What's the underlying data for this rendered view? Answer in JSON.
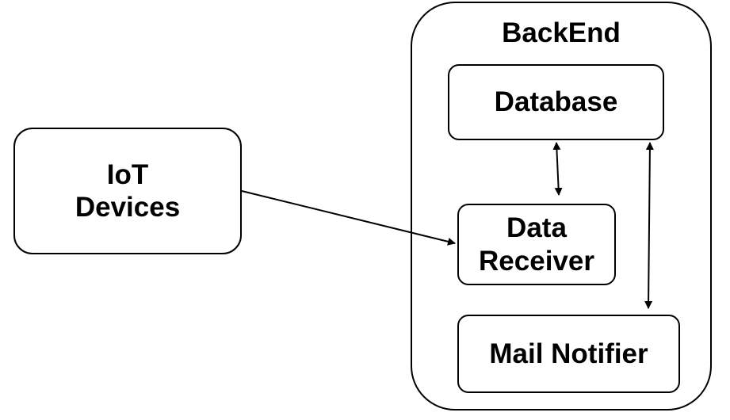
{
  "diagram": {
    "container": {
      "title": "BackEnd"
    },
    "nodes": {
      "iot_devices": "IoT\nDevices",
      "database": "Database",
      "data_receiver": "Data\nReceiver",
      "mail_notifier": "Mail Notifier"
    },
    "edges": [
      {
        "from": "IoT Devices",
        "to": "Data Receiver",
        "direction": "forward"
      },
      {
        "from": "Database",
        "to": "Data Receiver",
        "direction": "both"
      },
      {
        "from": "Database",
        "to": "Mail Notifier",
        "direction": "both"
      }
    ],
    "colors": {
      "stroke": "#000000",
      "background": "#ffffff",
      "text": "#000000"
    }
  }
}
